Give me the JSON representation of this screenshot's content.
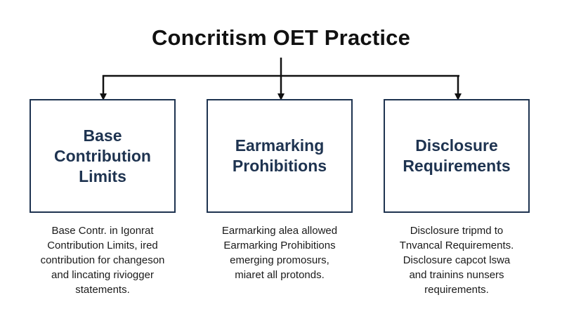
{
  "diagram": {
    "title": "Concritism OET Practice",
    "boxes": [
      {
        "label": "Base\nContribution\nLimits",
        "description": "Base Contr. in Igonrat\nContribution Limits, ired\ncontribution for changeson\nand lincating riviogger\nstatements."
      },
      {
        "label": "Earmarking\nProhibitions",
        "description": "Earmarking alea allowed\nEarmarking Prohibitions\nemerging promosurs,\nmiaret all protonds."
      },
      {
        "label": "Disclosure\nRequirements",
        "description": "Disclosure tripmd to\nTnvancal Requirements.\nDisclosure capcot lswa\nand trainins nunsers\nrequirements."
      }
    ],
    "colors": {
      "box_border": "#1e3350",
      "box_text": "#1e3350",
      "connector": "#111111"
    }
  }
}
